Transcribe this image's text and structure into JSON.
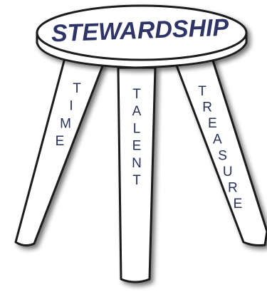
{
  "seat": {
    "label": "STEWARDSHIP"
  },
  "legs": {
    "left": {
      "letters": [
        "T",
        "I",
        "M",
        "E"
      ]
    },
    "center": {
      "letters": [
        "T",
        "A",
        "L",
        "E",
        "N",
        "T"
      ]
    },
    "right": {
      "letters": [
        "T",
        "R",
        "E",
        "A",
        "S",
        "U",
        "R",
        "E"
      ]
    }
  },
  "colors": {
    "text": "#27305a",
    "outline": "#1a1a1a",
    "fill": "#ffffff",
    "shadow": "#8a8a8a"
  }
}
